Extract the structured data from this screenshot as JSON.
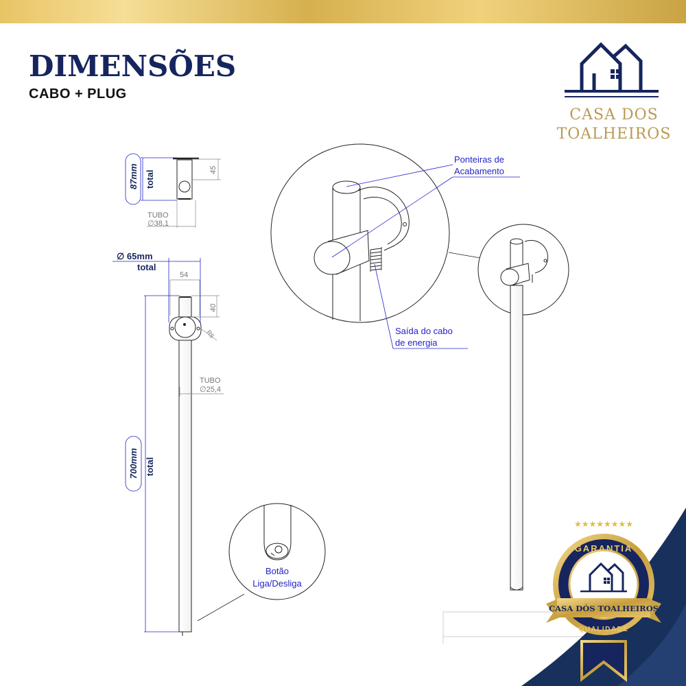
{
  "header": {
    "title": "DIMENSÕES",
    "subtitle": "CABO + PLUG"
  },
  "brand": {
    "line1": "CASA DOS",
    "line2": "TOALHEIROS"
  },
  "top_view": {
    "height_value": "87mm",
    "height_word": "total",
    "dim_45": "45",
    "tube_label": "TUBO",
    "tube_diameter": "∅38,1"
  },
  "front_view": {
    "width_value": "∅ 65mm",
    "width_word": "total",
    "dim_54": "54",
    "dim_40": "40",
    "dim_r5": "R5",
    "tube_label": "TUBO",
    "tube_diameter": "∅25,4",
    "height_value": "700mm",
    "height_word": "total"
  },
  "callouts": {
    "ponteiras_line1": "Ponteiras de",
    "ponteiras_line2": "Acabamento",
    "saida_line1": "Saída do cabo",
    "saida_line2": "de energia",
    "botao_line1": "Botão",
    "botao_line2": "Liga/Desliga"
  },
  "seal": {
    "top_text": "GARANTIA",
    "ribbon_text": "CASA DÓS TOALHEIROS",
    "bottom_text": "QUALIDADE"
  },
  "colors": {
    "navy": "#16255d",
    "gold": "#c9a344",
    "blue_annotation": "#2323c8",
    "line": "#222222"
  }
}
